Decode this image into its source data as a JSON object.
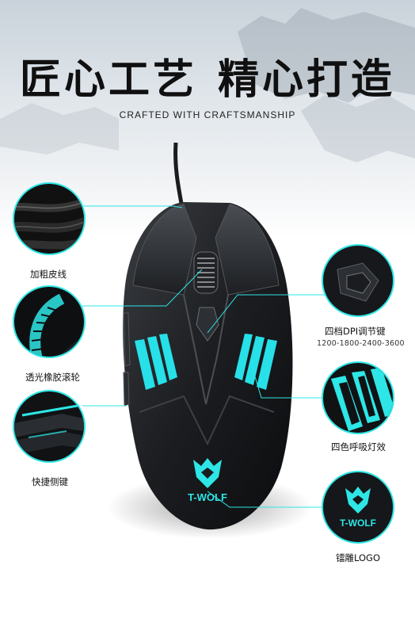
{
  "title": {
    "part1": "匠心工艺",
    "part2": "精心打造"
  },
  "subtitle": "CRAFTED WITH CRAFTSMANSHIP",
  "features": {
    "left": [
      {
        "label": "加粗皮线",
        "icon": "cable-closeup"
      },
      {
        "label": "透光橡胶滚轮",
        "icon": "scroll-wheel-closeup"
      },
      {
        "label": "快捷侧键",
        "icon": "side-buttons-closeup"
      }
    ],
    "right": [
      {
        "label": "四档DPI调节键",
        "sublabel": "1200-1800-2400-3600",
        "icon": "dpi-button-closeup"
      },
      {
        "label": "四色呼吸灯效",
        "icon": "breathing-light-closeup"
      },
      {
        "label": "镭雕LOGO",
        "icon": "wolf-logo-closeup"
      }
    ]
  },
  "logo_text": "T-WOLF",
  "colors": {
    "accent": "#2ee6e6",
    "mouse_body": "#1a1c1f",
    "title": "#101010"
  }
}
